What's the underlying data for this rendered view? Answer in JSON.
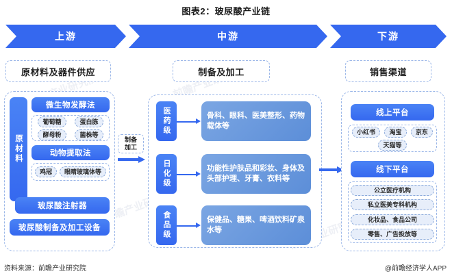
{
  "title": "图表2：玻尿酸产业链",
  "band": {
    "stages": [
      {
        "label": "上游"
      },
      {
        "label": "中游"
      },
      {
        "label": "下游"
      }
    ]
  },
  "headers": {
    "upstream": "原材料及器件供应",
    "midstream": "制备及加工",
    "downstream": "销售渠道"
  },
  "upstream": {
    "vertical_tag": "原材料",
    "methods": [
      {
        "name": "微生物发酵法",
        "items": [
          "葡萄糖",
          "蛋白胨",
          "酵母粉",
          "菌株等"
        ]
      },
      {
        "name": "动物提取法",
        "items": [
          "鸡冠",
          "眼睛玻璃体等"
        ]
      }
    ],
    "devices": [
      "玻尿酸注射器",
      "玻尿酸制备及加工设备"
    ]
  },
  "connector_left": {
    "label_line1": "制备",
    "label_line2": "加工"
  },
  "midstream": {
    "grades": [
      {
        "tag": "医药级",
        "desc": "骨科、眼科、医美整形、药物载体等"
      },
      {
        "tag": "日化级",
        "desc": "功能性护肤品和彩妆、身体及头部护理、牙膏、衣料等"
      },
      {
        "tag": "食品级",
        "desc": "保健品、糖果、啤酒饮料矿泉水等"
      }
    ]
  },
  "downstream": {
    "channels": [
      {
        "name": "线上平台",
        "items": [
          "小红书",
          "淘宝",
          "京东",
          "天猫等"
        ]
      },
      {
        "name": "线下平台",
        "items": [
          "公立医疗机构",
          "私立医美专科机构",
          "化妆品、食品公司",
          "零售、广告投放等"
        ]
      }
    ]
  },
  "footer": {
    "source": "资料来源：前瞻产业研究院",
    "brand": "@前瞻经济学人APP"
  },
  "watermarks": [
    "前瞻产业研究院",
    "前瞻产业研究院",
    "前瞻产业研究院",
    "前瞻产业研究院",
    "前瞻产业研究院"
  ],
  "colors": {
    "primary_blue": "#3568ef",
    "soft_blue": "#5c8ed8",
    "dashed_border": "#9ab6e8",
    "chip_bg": "#e7eefa"
  }
}
